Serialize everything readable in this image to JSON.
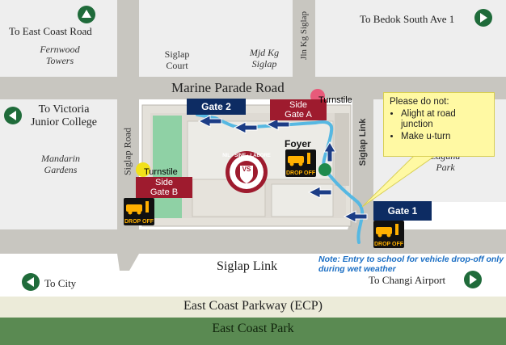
{
  "colors": {
    "road": "#c8c6c0",
    "block": "#dedad3",
    "field": "#8fd1a5",
    "gate_blue": "#0d2c63",
    "side_gate_red": "#9e1b2e",
    "route": "#56b8e2",
    "arrow": "#1c3d86",
    "nav_green": "#1f6b3a",
    "band_parkway": "#ecebd9",
    "band_park": "#5a8a52",
    "note_text": "#1c6fc4",
    "notice_bg": "#fff9a3"
  },
  "nav": {
    "east_coast_road": "To East Coast Road",
    "bedok_south": "To Bedok South Ave 1",
    "victoria_junior": "To Victoria Junior College",
    "city": "To City",
    "changi": "To Changi Airport"
  },
  "places": {
    "fernwood": "Fernwood Towers",
    "siglap_court": "Siglap Court",
    "mjd_kg_siglap": "Mjd Kg Siglap",
    "mandarin": "Mandarin Gardens",
    "laguna": "Laguna Park"
  },
  "roads": {
    "marine_parade": "Marine Parade Road",
    "jln_kg_siglap": "Jln Kg Siglap",
    "siglap_road": "Siglap Road",
    "siglap_link_vertical": "Siglap Link",
    "siglap_link": "Siglap Link",
    "ecp": "East Coast Parkway (ECP)",
    "east_coast_park": "East Coast Park"
  },
  "gates": {
    "gate1": "Gate 1",
    "gate2": "Gate 2",
    "side_a_line1": "Side",
    "side_a_line2": "Gate A",
    "side_b_line1": "Side",
    "side_b_line2": "Gate B"
  },
  "labels": {
    "turnstile_top": "Turnstile",
    "turnstile_left": "Turnstile",
    "foyer": "Foyer",
    "drop_off": "DROP OFF"
  },
  "crest": {
    "motto": "NIL · SINE · LABORE",
    "initials": "VS"
  },
  "notice": {
    "title": "Please do not:",
    "items": [
      "Alight at road junction",
      "Make u-turn"
    ]
  },
  "note": "Note: Entry to school for vehicle drop-off only during wet weather"
}
